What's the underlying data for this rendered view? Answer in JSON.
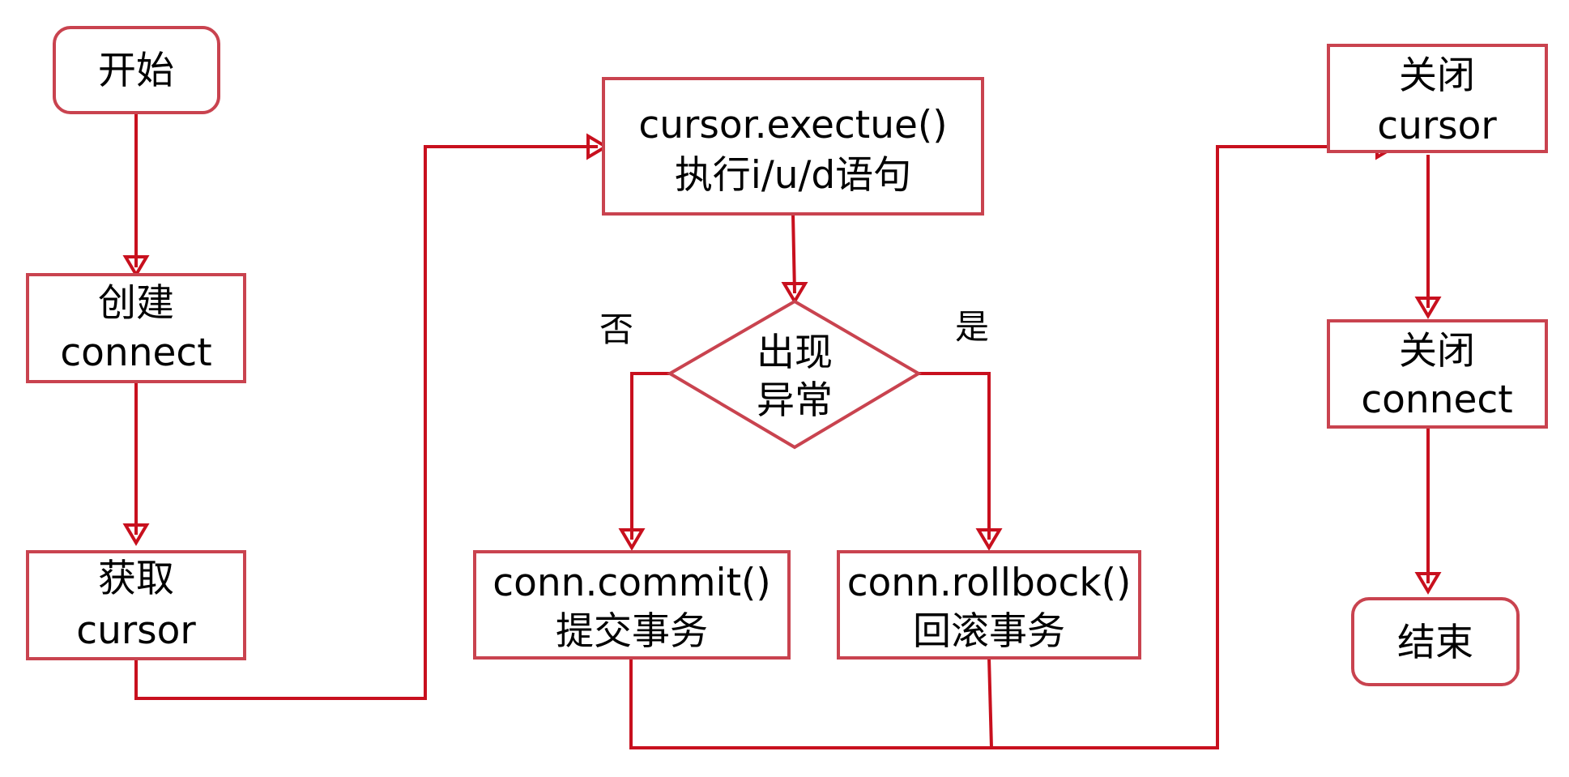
{
  "colors": {
    "box_border": "#c9434f",
    "connector": "#c8101e",
    "background": "#ffffff",
    "text": "#000000"
  },
  "nodes": {
    "start": {
      "label": "开始"
    },
    "create_connect": {
      "line1": "创建",
      "line2": "connect"
    },
    "get_cursor": {
      "line1": "获取",
      "line2": "cursor"
    },
    "execute": {
      "line1": "cursor.exectue()",
      "line2": "执行i/u/d语句"
    },
    "exception": {
      "line1": "出现",
      "line2": "异常"
    },
    "commit": {
      "line1": "conn.commit()",
      "line2": "提交事务"
    },
    "rollback": {
      "line1": "conn.rollbock()",
      "line2": "回滚事务"
    },
    "close_cursor": {
      "line1": "关闭",
      "line2": "cursor"
    },
    "close_connect": {
      "line1": "关闭",
      "line2": "connect"
    },
    "end": {
      "label": "结束"
    }
  },
  "branches": {
    "no": "否",
    "yes": "是"
  }
}
